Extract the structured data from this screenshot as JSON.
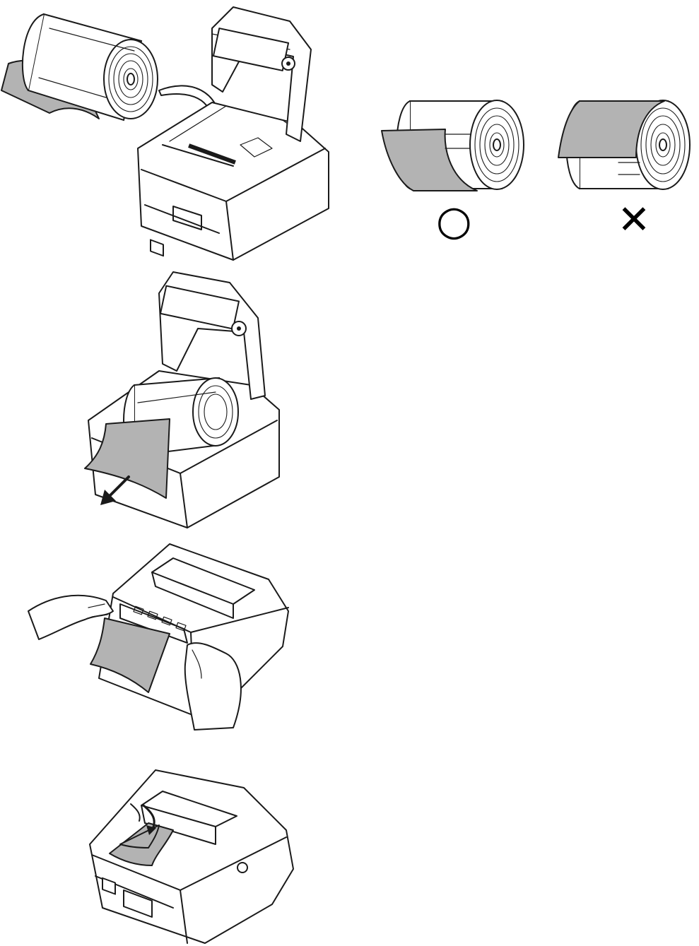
{
  "figure": {
    "steps": [
      {
        "id": "step-1",
        "caption": ""
      },
      {
        "id": "step-2",
        "caption": ""
      },
      {
        "id": "step-3",
        "caption": ""
      },
      {
        "id": "step-4",
        "caption": ""
      }
    ],
    "orientation": {
      "correct_symbol": "○",
      "incorrect_symbol": "✕"
    }
  },
  "colors": {
    "paper": "#b3b3b3",
    "line": "#1a1a1a",
    "background": "#ffffff"
  }
}
